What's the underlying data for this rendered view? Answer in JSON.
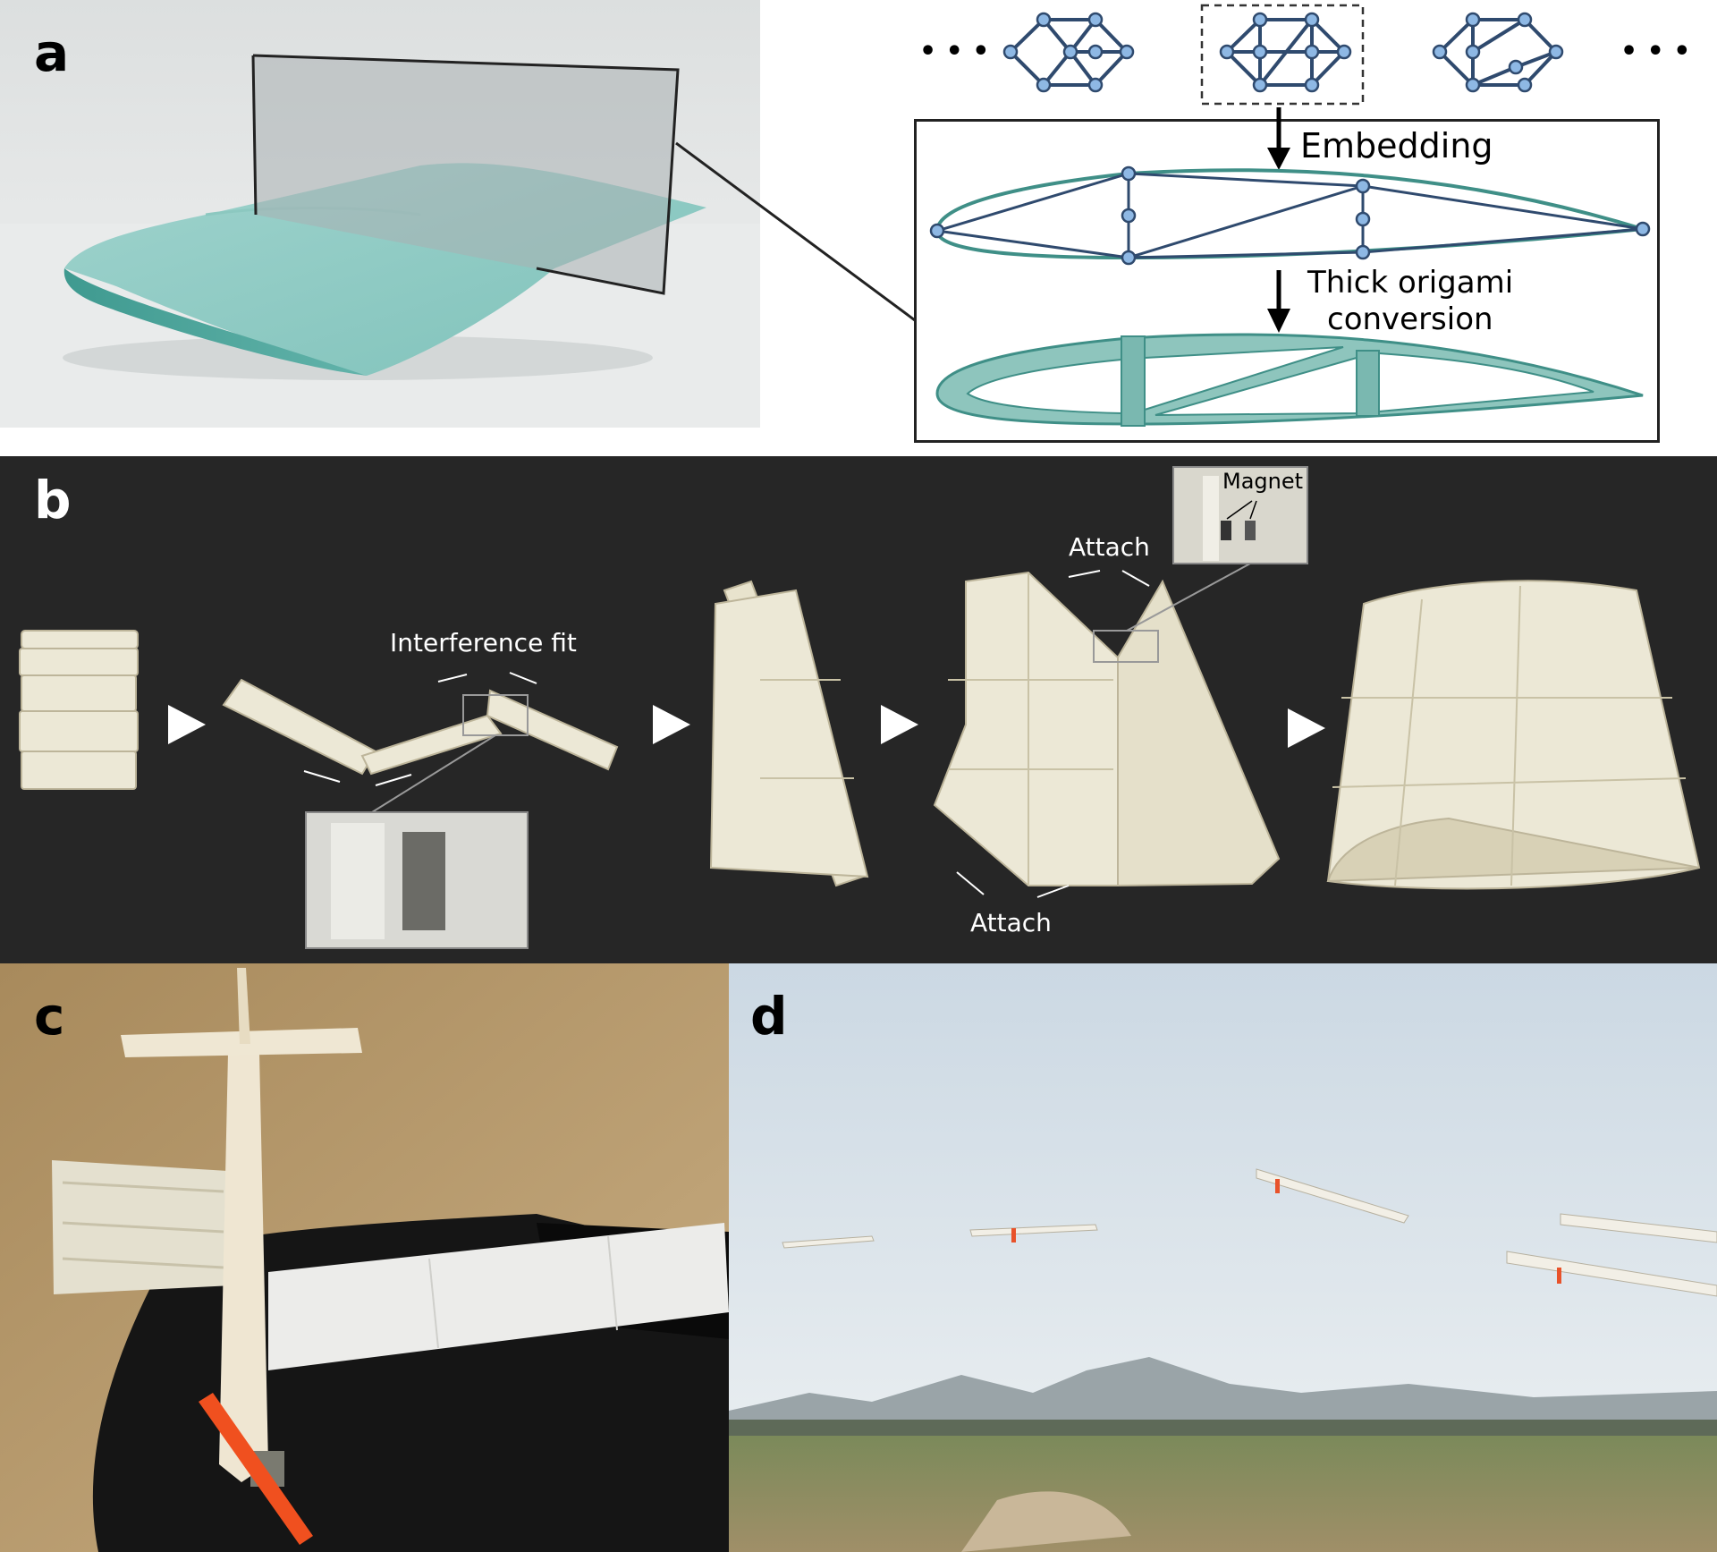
{
  "figure": {
    "panels": {
      "a": {
        "letter": "a",
        "ellipsis_left": "• • •",
        "ellipsis_right": "• • •",
        "step1_label": "Embedding",
        "step2_label_line1": "Thick origami",
        "step2_label_line2": "conversion"
      },
      "b": {
        "letter": "b",
        "label_interference": "Interference fit",
        "label_attach_top": "Attach",
        "label_attach_bottom": "Attach",
        "label_magnet": "Magnet"
      },
      "c": {
        "letter": "c"
      },
      "d": {
        "letter": "d"
      }
    }
  }
}
